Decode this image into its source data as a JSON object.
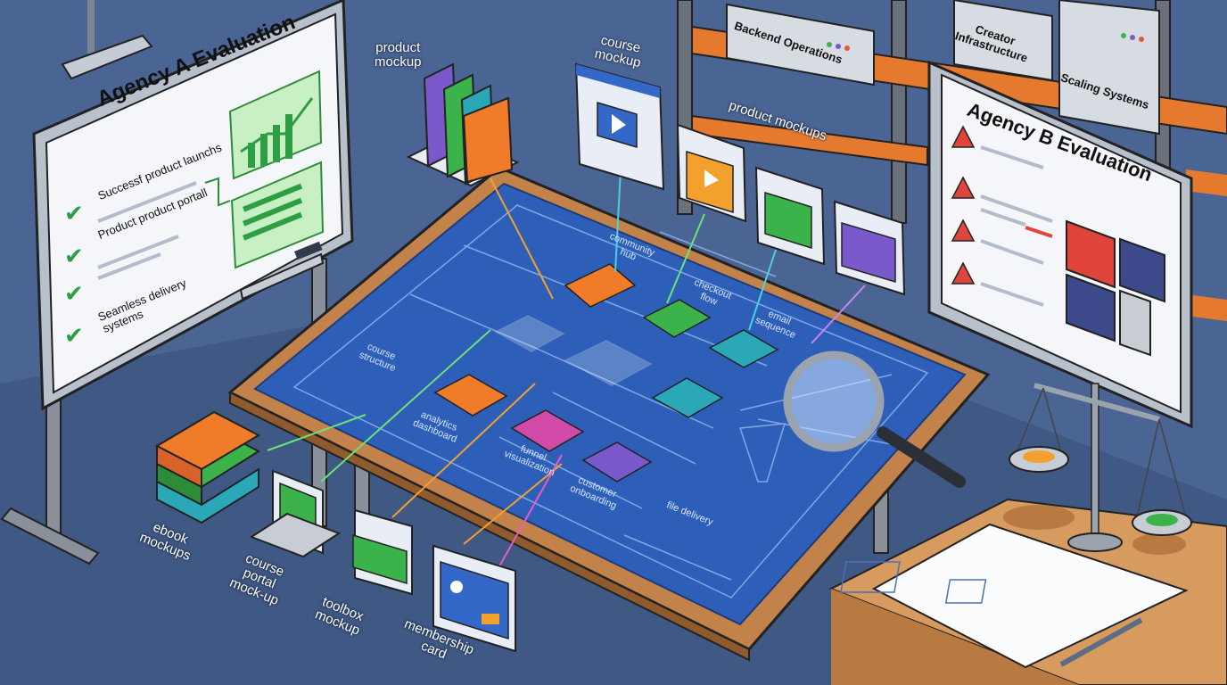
{
  "agency_a": {
    "title": "Agency A Evaluation",
    "items": [
      "Successf product launchs",
      "Product product portall",
      "Seamless delivery\nsystems"
    ]
  },
  "agency_b": {
    "title": "Agency B Evaluation"
  },
  "servers": [
    "Backend Operations",
    "Creator\nInfrastructure",
    "Scaling Systems"
  ],
  "labels": {
    "product_mockup": "product\nmockup",
    "course_mockup": "course\nmockup",
    "product_mockups": "product mockups",
    "ebook_mockups": "ebook\nmockups",
    "course_portal": "course\nportal\nmock-up",
    "toolbox_mockup": "toolbox\nmockup",
    "membership_card": "membership\ncard"
  },
  "blueprint": {
    "community_hub": "community\nhub",
    "checkout_flow": "checkout\nflow",
    "email_sequence": "email\nsequence",
    "course_structure": "course\nstructure",
    "analytics_dashboard": "analytics\ndashboard",
    "funnel_visualization": "funnel\nvisualization",
    "customer_onboarding": "customer\nonboarding",
    "file_delivery": "file delivery"
  },
  "colors": {
    "background": "#4a6593",
    "blueprint": "#2e5fb8",
    "accent_green": "#3bb24a",
    "accent_orange": "#f07c2a",
    "accent_purple": "#7a5acb",
    "accent_teal": "#2aa8b8",
    "warning_red": "#e0443a"
  }
}
